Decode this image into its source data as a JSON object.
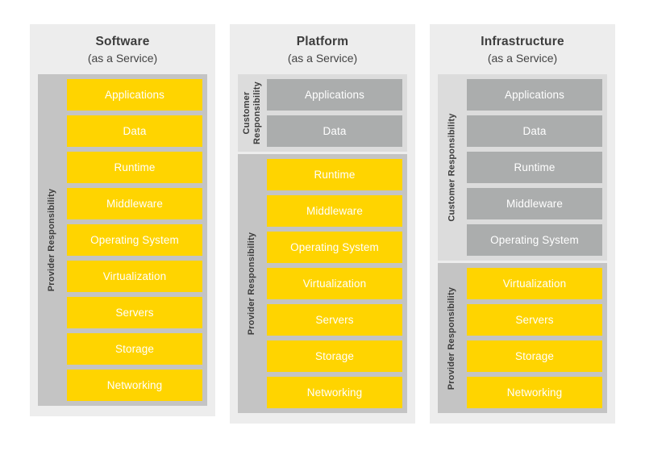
{
  "diagram": {
    "title_hidden": "Cloud Service Models Responsibility Matrix",
    "colors": {
      "provider_layer": "#ffd400",
      "customer_layer": "#abadad",
      "provider_band": "#c4c4c4",
      "customer_band": "#dcdcdc",
      "panel": "#ededed",
      "text_dark": "#3d3d3d",
      "text_light": "#ffffff"
    },
    "labels": {
      "provider_responsibility": "Provider Responsibility",
      "customer_responsibility": "Customer Responsibility",
      "customer_responsibility_line1": "Customer",
      "customer_responsibility_line2": "Responsibility"
    },
    "columns": [
      {
        "id": "saas",
        "title": "Software",
        "subtitle": "(as a Service)",
        "bands": [
          {
            "responsibility": "provider",
            "label": "Provider Responsibility",
            "label_lines": 1,
            "layers": [
              {
                "name": "Applications",
                "managed_by": "provider"
              },
              {
                "name": "Data",
                "managed_by": "provider"
              },
              {
                "name": "Runtime",
                "managed_by": "provider"
              },
              {
                "name": "Middleware",
                "managed_by": "provider"
              },
              {
                "name": "Operating System",
                "managed_by": "provider"
              },
              {
                "name": "Virtualization",
                "managed_by": "provider"
              },
              {
                "name": "Servers",
                "managed_by": "provider"
              },
              {
                "name": "Storage",
                "managed_by": "provider"
              },
              {
                "name": "Networking",
                "managed_by": "provider"
              }
            ]
          }
        ]
      },
      {
        "id": "paas",
        "title": "Platform",
        "subtitle": "(as a Service)",
        "bands": [
          {
            "responsibility": "customer",
            "label": "Customer Responsibility",
            "label_lines": 2,
            "layers": [
              {
                "name": "Applications",
                "managed_by": "customer"
              },
              {
                "name": "Data",
                "managed_by": "customer"
              }
            ]
          },
          {
            "responsibility": "provider",
            "label": "Provider Responsibility",
            "label_lines": 1,
            "layers": [
              {
                "name": "Runtime",
                "managed_by": "provider"
              },
              {
                "name": "Middleware",
                "managed_by": "provider"
              },
              {
                "name": "Operating System",
                "managed_by": "provider"
              },
              {
                "name": "Virtualization",
                "managed_by": "provider"
              },
              {
                "name": "Servers",
                "managed_by": "provider"
              },
              {
                "name": "Storage",
                "managed_by": "provider"
              },
              {
                "name": "Networking",
                "managed_by": "provider"
              }
            ]
          }
        ]
      },
      {
        "id": "iaas",
        "title": "Infrastructure",
        "subtitle": "(as a Service)",
        "bands": [
          {
            "responsibility": "customer",
            "label": "Customer Responsibility",
            "label_lines": 1,
            "layers": [
              {
                "name": "Applications",
                "managed_by": "customer"
              },
              {
                "name": "Data",
                "managed_by": "customer"
              },
              {
                "name": "Runtime",
                "managed_by": "customer"
              },
              {
                "name": "Middleware",
                "managed_by": "customer"
              },
              {
                "name": "Operating System",
                "managed_by": "customer"
              }
            ]
          },
          {
            "responsibility": "provider",
            "label": "Provider Responsibility",
            "label_lines": 1,
            "layers": [
              {
                "name": "Virtualization",
                "managed_by": "provider"
              },
              {
                "name": "Servers",
                "managed_by": "provider"
              },
              {
                "name": "Storage",
                "managed_by": "provider"
              },
              {
                "name": "Networking",
                "managed_by": "provider"
              }
            ]
          }
        ]
      }
    ]
  }
}
